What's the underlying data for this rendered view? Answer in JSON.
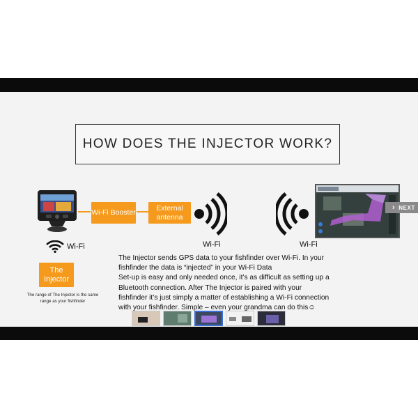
{
  "slide": {
    "title": "HOW DOES THE INJECTOR WORK?",
    "boxes": {
      "wifi_booster": "Wi-Fi Booster",
      "external_antenna": "External antenna",
      "injector": "The Injector"
    },
    "labels": {
      "wifi_left": "Wi-Fi",
      "wifi_center": "Wi-Fi",
      "wifi_right": "Wi-Fi"
    },
    "note": "The range of The Injector is the same range as your fishfinder",
    "body_lines": [
      "The Injector sends GPS data to your fishfinder over Wi-Fi. In your",
      "fishfinder the data is “injected” in your Wi-Fi Data",
      "Set-up is easy and only needed once, it’s as difficult as setting up a",
      "Bluetooth connection. After The Injector is paired with your",
      "fishfinder it’s just simply a matter of establishing a Wi-Fi connection",
      "with your fishfinder. Simple – even your grandma can do this☺"
    ]
  },
  "nav": {
    "next_label": "NEXT"
  },
  "icons": {
    "wifi": "wifi-icon",
    "signal": "radio-waves-icon",
    "next": "chevron-right-icon"
  },
  "colors": {
    "accent": "#f59a1c",
    "bars": "#0b0b0b",
    "slide_bg": "#f3f3f3"
  }
}
